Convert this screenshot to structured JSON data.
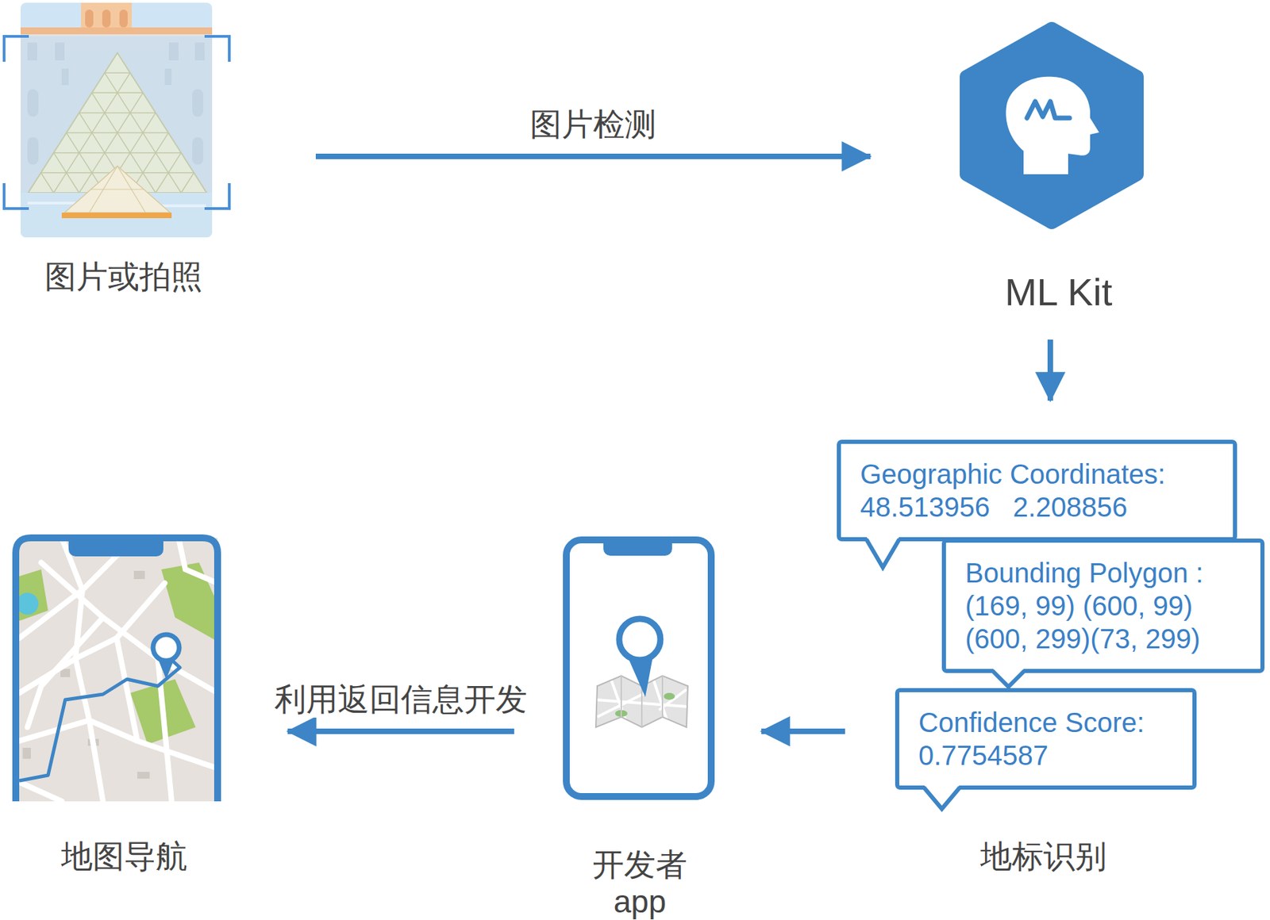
{
  "diagram": {
    "nodes": [
      {
        "text": [
          "图片或拍照"
        ]
      },
      {
        "text": [
          "ML Kit"
        ]
      },
      {
        "text": [
          "Geographic Coordinates:",
          "48.513956   2.208856"
        ]
      },
      {
        "text": [
          "Bounding Polygon :",
          "(169, 99) (600, 99) (600, 299)(73, 299)"
        ]
      },
      {
        "text": [
          "Confidence Score:",
          "0.7754587"
        ]
      },
      {
        "text": [
          "开发者 app"
        ]
      },
      {
        "text": [
          "地图导航"
        ]
      }
    ],
    "edges": [
      {
        "from": 0,
        "to": 1,
        "arrow": "to",
        "label": "图片检测"
      },
      {
        "from": 1,
        "to": 2,
        "arrow": "to"
      },
      {
        "from": 4,
        "to": 5,
        "arrow": "to"
      },
      {
        "from": 5,
        "to": 6,
        "arrow": "to",
        "label": "利用返回信息开发"
      }
    ],
    "labels": [
      "地标识别"
    ]
  }
}
